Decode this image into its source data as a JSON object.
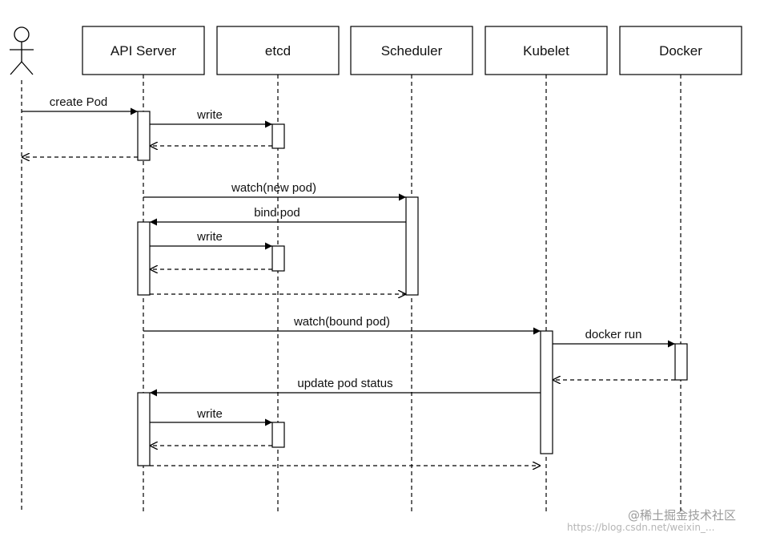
{
  "diagram": {
    "type": "sequence",
    "participants": [
      {
        "id": "user",
        "kind": "actor",
        "label": ""
      },
      {
        "id": "api",
        "kind": "box",
        "label": "API Server"
      },
      {
        "id": "etcd",
        "kind": "box",
        "label": "etcd"
      },
      {
        "id": "sched",
        "kind": "box",
        "label": "Scheduler"
      },
      {
        "id": "kubelet",
        "kind": "box",
        "label": "Kubelet"
      },
      {
        "id": "docker",
        "kind": "box",
        "label": "Docker"
      }
    ],
    "messages": [
      {
        "label": "create Pod",
        "from": "user",
        "to": "api",
        "kind": "sync"
      },
      {
        "label": "write",
        "from": "api",
        "to": "etcd",
        "kind": "sync"
      },
      {
        "label": "",
        "from": "etcd",
        "to": "api",
        "kind": "return"
      },
      {
        "label": "",
        "from": "api",
        "to": "user",
        "kind": "return"
      },
      {
        "label": "watch(new pod)",
        "from": "api",
        "to": "sched",
        "kind": "sync"
      },
      {
        "label": "bind pod",
        "from": "sched",
        "to": "api",
        "kind": "sync"
      },
      {
        "label": "write",
        "from": "api",
        "to": "etcd",
        "kind": "sync"
      },
      {
        "label": "",
        "from": "etcd",
        "to": "api",
        "kind": "return"
      },
      {
        "label": "",
        "from": "api",
        "to": "sched",
        "kind": "return"
      },
      {
        "label": "watch(bound pod)",
        "from": "api",
        "to": "kubelet",
        "kind": "sync"
      },
      {
        "label": "docker run",
        "from": "kubelet",
        "to": "docker",
        "kind": "sync"
      },
      {
        "label": "",
        "from": "docker",
        "to": "kubelet",
        "kind": "return"
      },
      {
        "label": "update pod status",
        "from": "kubelet",
        "to": "api",
        "kind": "sync"
      },
      {
        "label": "write",
        "from": "api",
        "to": "etcd",
        "kind": "sync"
      },
      {
        "label": "",
        "from": "etcd",
        "to": "api",
        "kind": "return"
      },
      {
        "label": "",
        "from": "api",
        "to": "kubelet",
        "kind": "return"
      }
    ]
  },
  "watermark": {
    "line1": "@稀土掘金技术社区",
    "line2": "https://blog.csdn.net/weixin_..."
  },
  "colors": {
    "line": "#000000",
    "background": "#ffffff",
    "watermark": "#9a9a9a"
  }
}
